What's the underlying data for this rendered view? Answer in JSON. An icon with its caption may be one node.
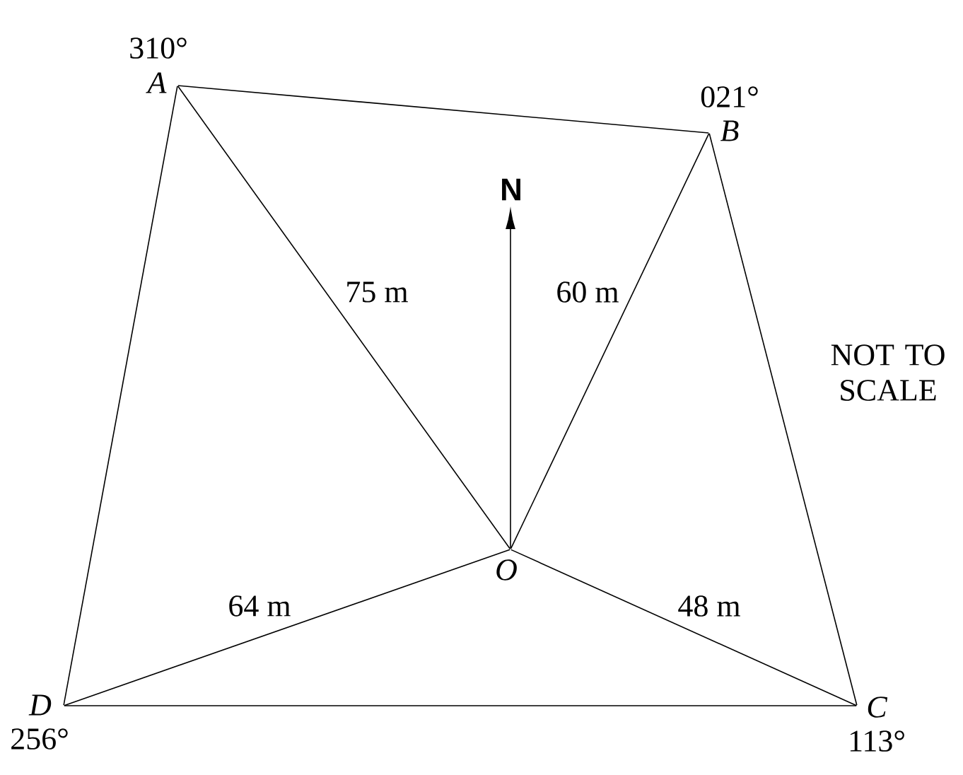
{
  "diagram": {
    "nodes": [
      {
        "text": [
          "A"
        ],
        "beside": [
          "310°"
        ]
      },
      {
        "text": [
          "B"
        ],
        "beside": [
          "021°"
        ]
      },
      {
        "text": [
          "C"
        ],
        "beside": [
          "113°"
        ]
      },
      {
        "text": [
          "D"
        ],
        "beside": [
          "256°"
        ]
      },
      {
        "text": [
          "O"
        ]
      }
    ],
    "edges": [
      {
        "from": 0,
        "to": 1,
        "arrow": "none"
      },
      {
        "from": 1,
        "to": 2,
        "arrow": "none"
      },
      {
        "from": 2,
        "to": 3,
        "arrow": "none"
      },
      {
        "from": 3,
        "to": 0,
        "arrow": "none"
      },
      {
        "from": 4,
        "to": 0,
        "arrow": "none",
        "label": "75 m"
      },
      {
        "from": 4,
        "to": 1,
        "arrow": "none",
        "label": "60 m"
      },
      {
        "from": 4,
        "to": 3,
        "arrow": "none",
        "label": "64 m"
      },
      {
        "from": 4,
        "to": 2,
        "arrow": "none",
        "label": "48 m"
      }
    ],
    "labels": [
      "N",
      "NOT TO SCALE"
    ]
  }
}
